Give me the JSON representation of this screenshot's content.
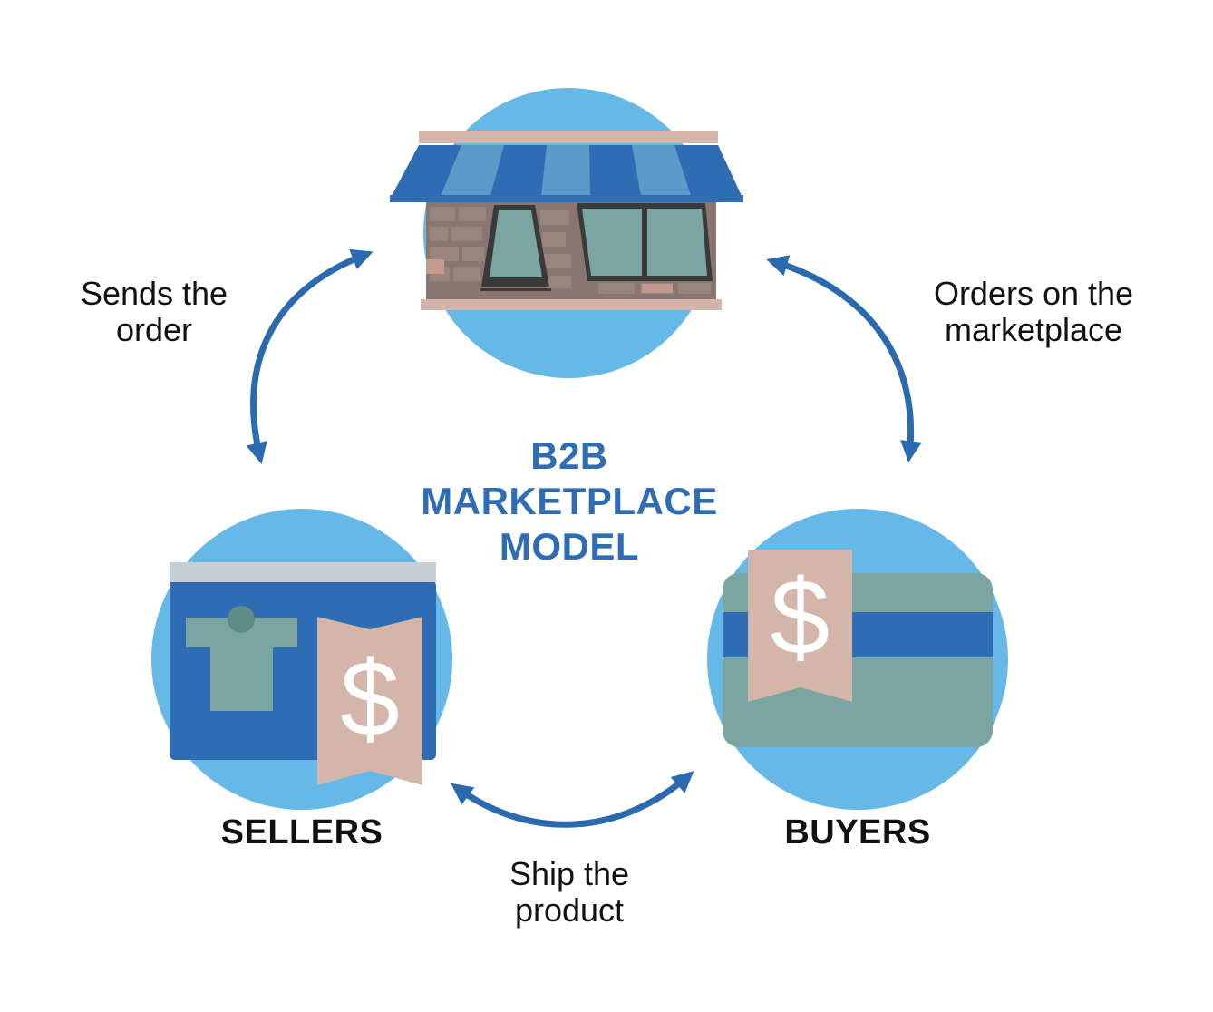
{
  "title": {
    "lines": [
      "B2B",
      "MARKETPLACE",
      "MODEL"
    ]
  },
  "nodes": {
    "marketplace": {
      "icon": "storefront-icon"
    },
    "sellers": {
      "label": "SELLERS",
      "icon": "product-listing-icon"
    },
    "buyers": {
      "label": "BUYERS",
      "icon": "credit-card-icon"
    }
  },
  "edges": {
    "sellers_marketplace": {
      "lines": [
        "Sends the",
        "order"
      ]
    },
    "marketplace_buyers": {
      "lines": [
        "Orders on the",
        "marketplace"
      ]
    },
    "sellers_buyers": {
      "lines": [
        "Ship the",
        "product"
      ]
    }
  },
  "price_tag": {
    "symbol": "$"
  },
  "colors": {
    "circle": "#66b8e6",
    "accent_blue": "#2e6db3",
    "arrow": "#2c6aaf",
    "teal": "#7ba5a2",
    "tag": "#d3b5aa",
    "brick": "#8a7670",
    "frame_gray": "#c6ced6",
    "text": "#111111"
  }
}
